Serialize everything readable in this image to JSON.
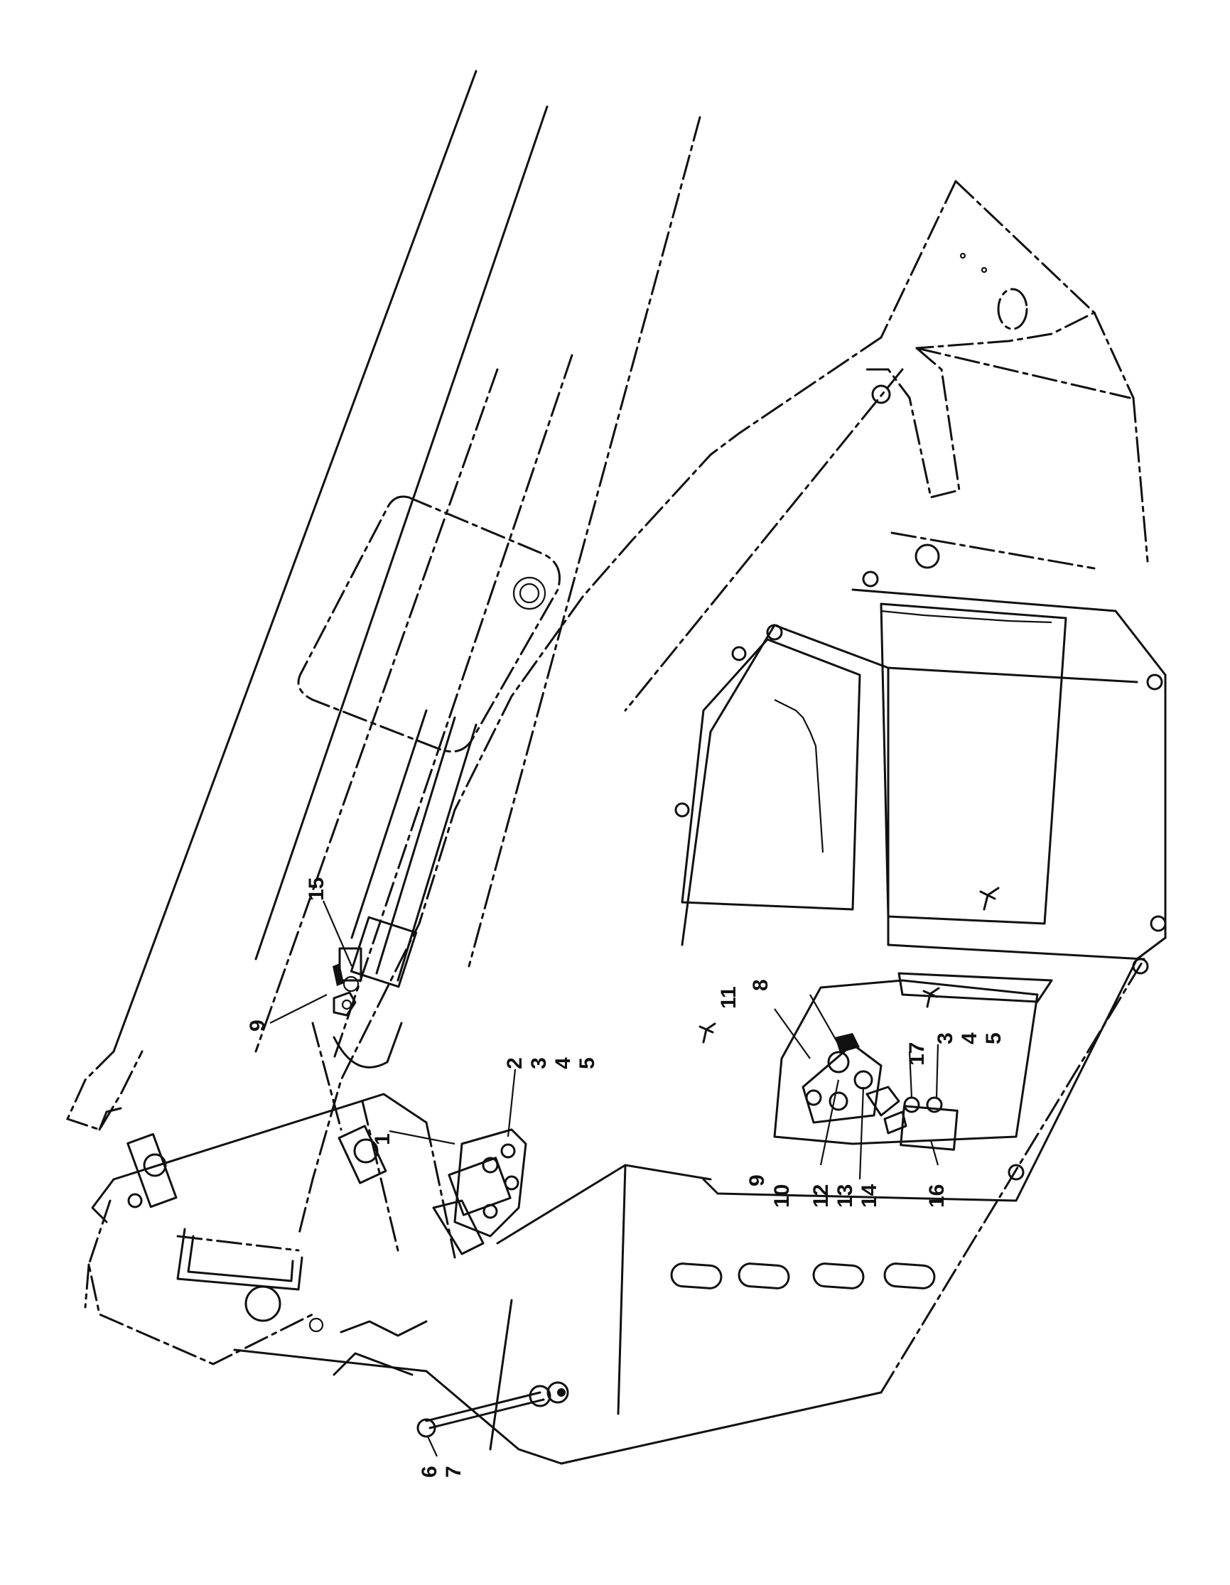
{
  "callouts": {
    "c1": "1",
    "c2": "2",
    "c3a": "3",
    "c4a": "4",
    "c5a": "5",
    "c6": "6",
    "c7": "7",
    "c8": "8",
    "c9a": "9",
    "c9b": "9",
    "c10": "10",
    "c11": "11",
    "c12": "12",
    "c13": "13",
    "c14": "14",
    "c15": "15",
    "c16": "16",
    "c17": "17",
    "c3b": "3",
    "c4b": "4",
    "c5b": "5"
  }
}
